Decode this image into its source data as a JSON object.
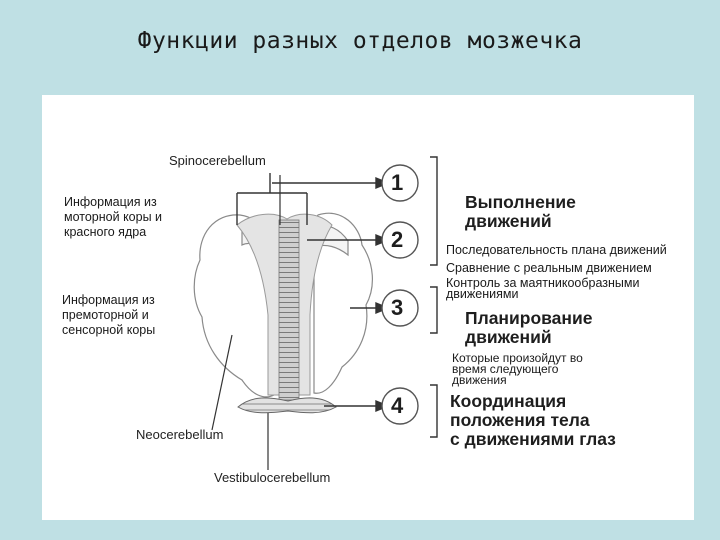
{
  "title": "Функции разных отделов мозжечка",
  "regions": {
    "spino": "Spinocerebellum",
    "neo": "Neocerebellum",
    "vestibulo": "Vestibulocerebellum"
  },
  "inputs": {
    "motor": [
      "Информация из",
      "моторной коры и",
      "красного ядра"
    ],
    "premotor": [
      "Информация из",
      "премоторной и",
      "сенсорной коры"
    ]
  },
  "numbers": [
    "1",
    "2",
    "3",
    "4"
  ],
  "functions": {
    "execution": [
      "Выполнение",
      "движений"
    ],
    "execution_details": [
      "Последовательность плана движений",
      "Сравнение с реальным движением",
      "Контроль за маятникообразными",
      "движениями"
    ],
    "planning": [
      "Планирование",
      "движений"
    ],
    "planning_details": [
      "Которые произойдут во",
      "время следующего",
      "движения"
    ],
    "coordination": [
      "Координация",
      "положения тела",
      "с движениями глаз"
    ]
  }
}
